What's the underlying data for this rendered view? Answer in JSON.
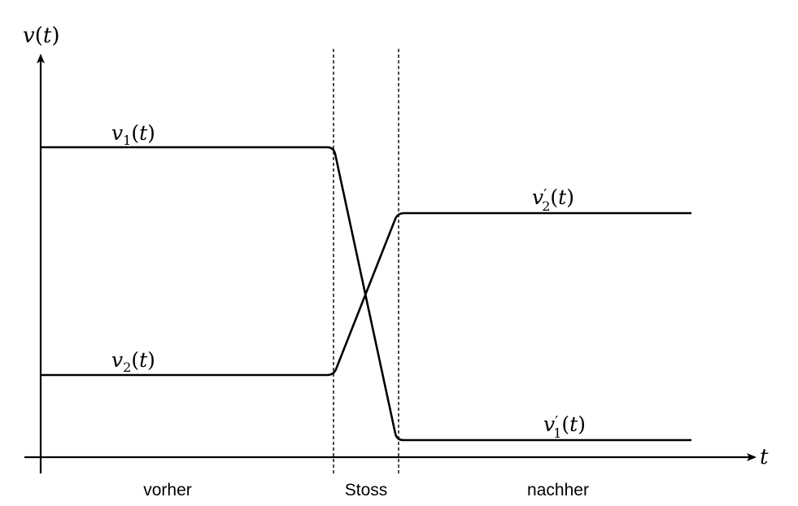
{
  "axes": {
    "y_label": {
      "var": "v",
      "open": "(",
      "arg": "t",
      "close": ")"
    },
    "x_label": "t"
  },
  "curves": {
    "v1": {
      "var": "v",
      "sub": "1",
      "prime": "",
      "open": "(",
      "arg": "t",
      "close": ")"
    },
    "v2": {
      "var": "v",
      "sub": "2",
      "prime": "",
      "open": "(",
      "arg": "t",
      "close": ")"
    },
    "v2p": {
      "var": "v",
      "sub": "2",
      "prime": "′",
      "open": "(",
      "arg": "t",
      "close": ")"
    },
    "v1p": {
      "var": "v",
      "sub": "1",
      "prime": "′",
      "open": "(",
      "arg": "t",
      "close": ")"
    }
  },
  "phases": {
    "before": "vorher",
    "collision": "Stoss",
    "after": "nachher"
  }
}
